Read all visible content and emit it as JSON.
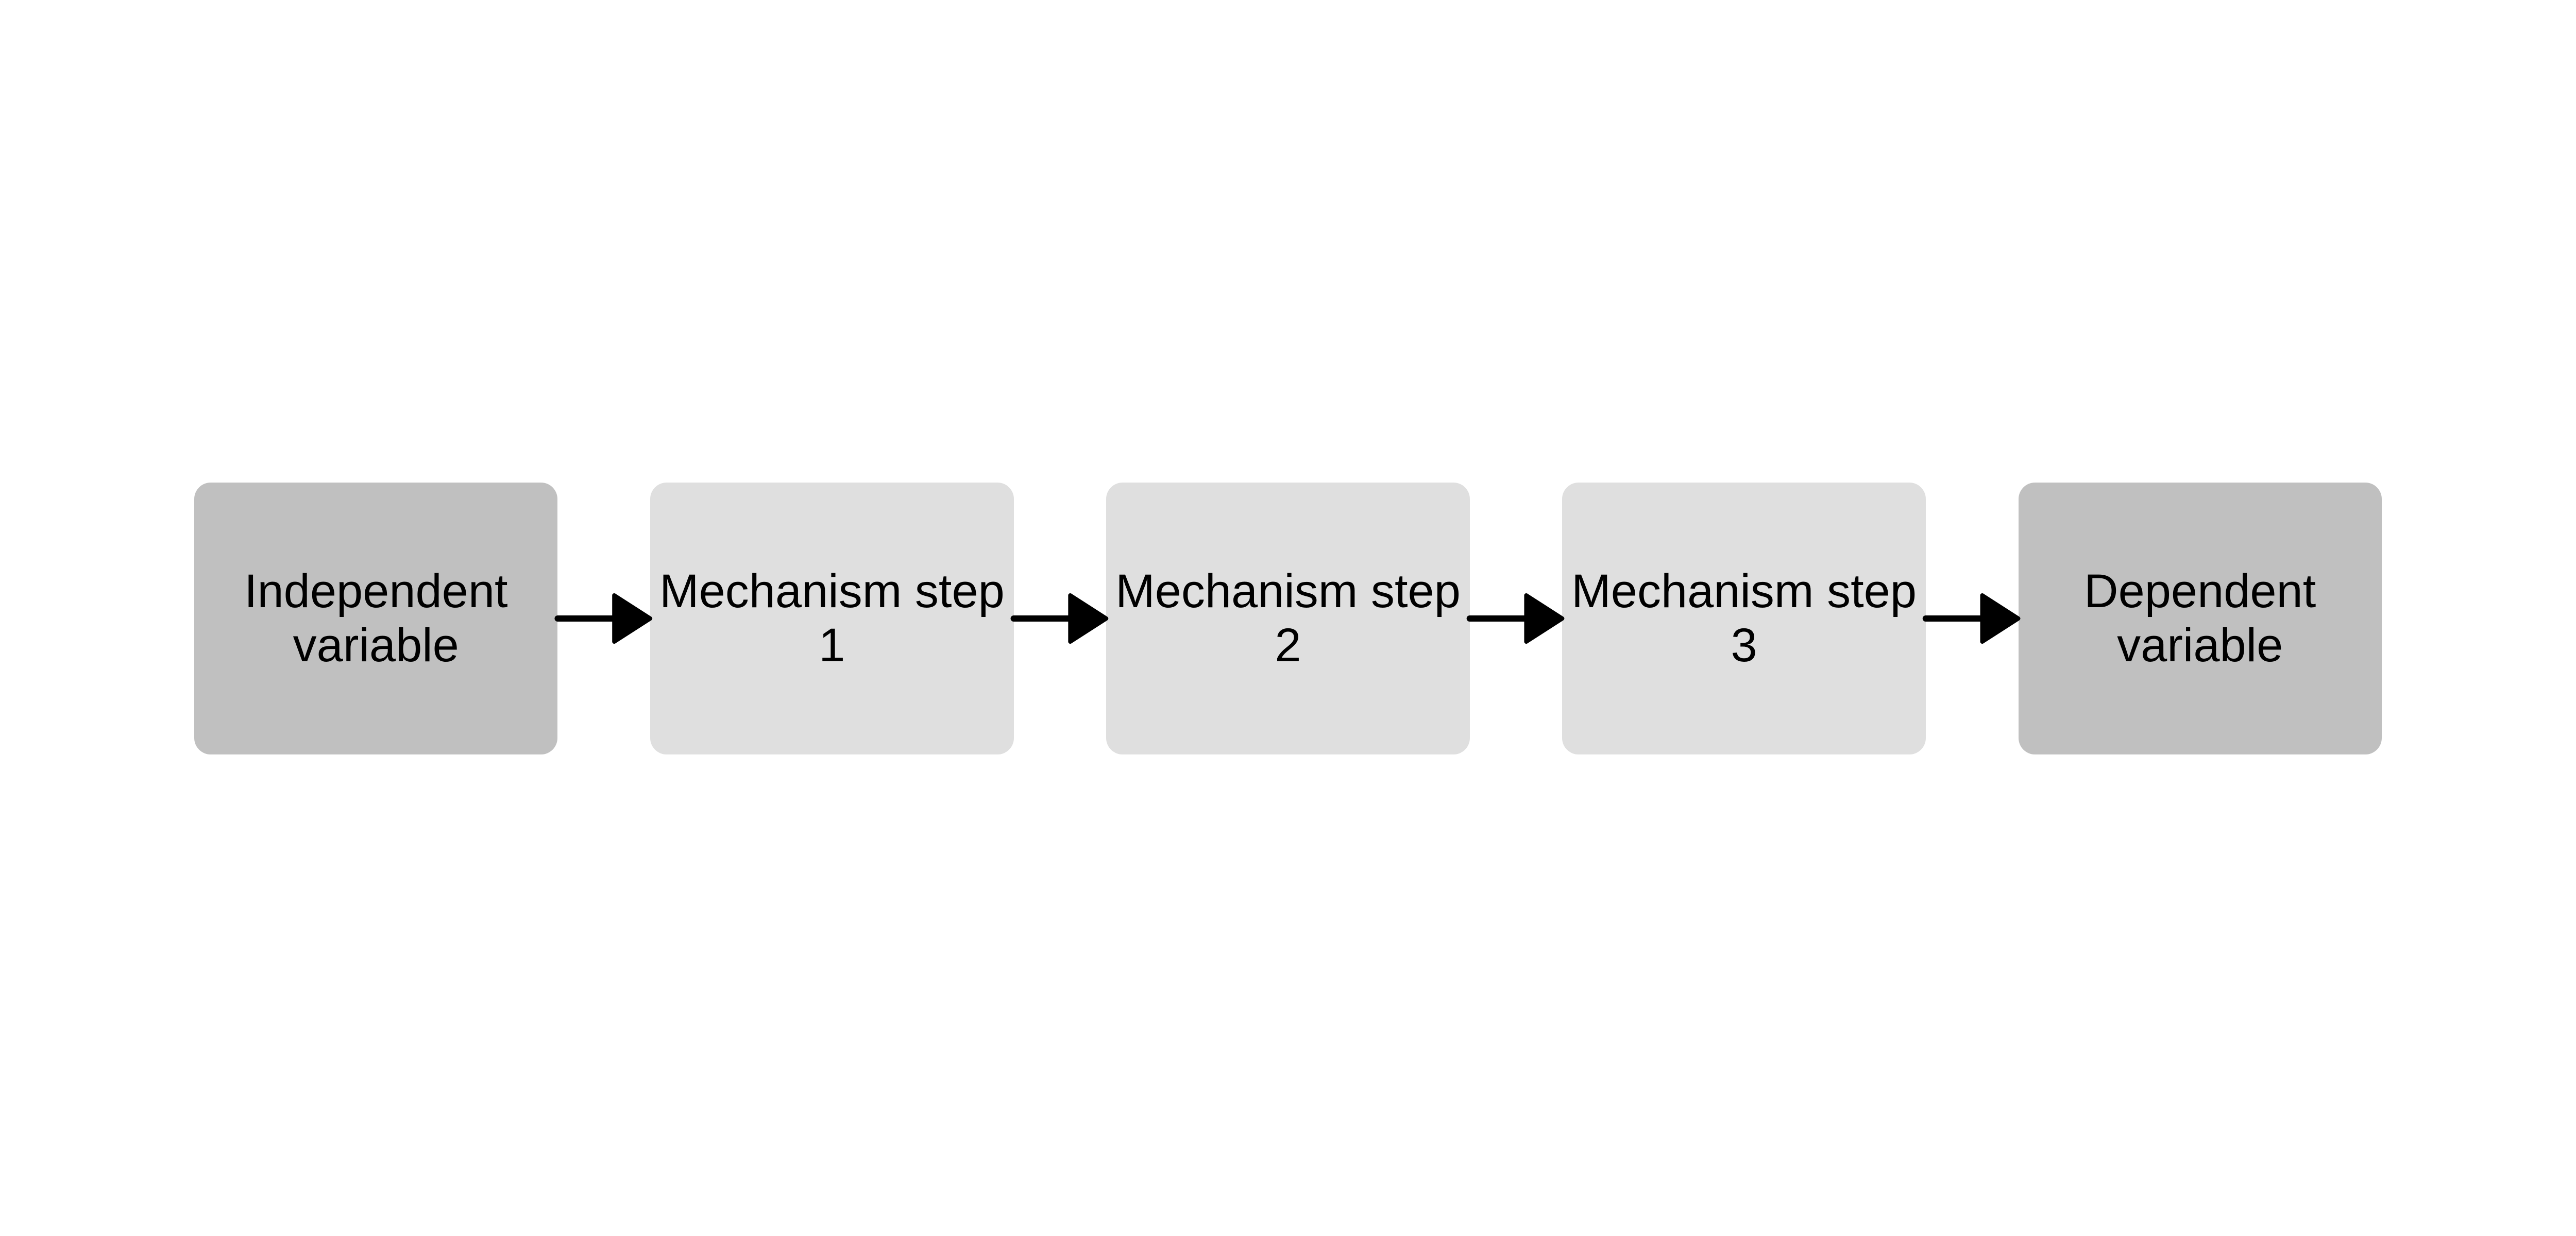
{
  "diagram": {
    "nodes": [
      {
        "id": "iv",
        "label": "Independent variable",
        "color": "#c0c0c0"
      },
      {
        "id": "m1",
        "label": "Mechanism step 1",
        "color": "#dfdfdf"
      },
      {
        "id": "m2",
        "label": "Mechanism step 2",
        "color": "#dfdfdf"
      },
      {
        "id": "m3",
        "label": "Mechanism step 3",
        "color": "#dfdfdf"
      },
      {
        "id": "dv",
        "label": "Dependent variable",
        "color": "#c0c0c0"
      }
    ],
    "edges": [
      {
        "from": "iv",
        "to": "m1"
      },
      {
        "from": "m1",
        "to": "m2"
      },
      {
        "from": "m2",
        "to": "m3"
      },
      {
        "from": "m3",
        "to": "dv"
      }
    ],
    "edge_color": "#000000"
  }
}
